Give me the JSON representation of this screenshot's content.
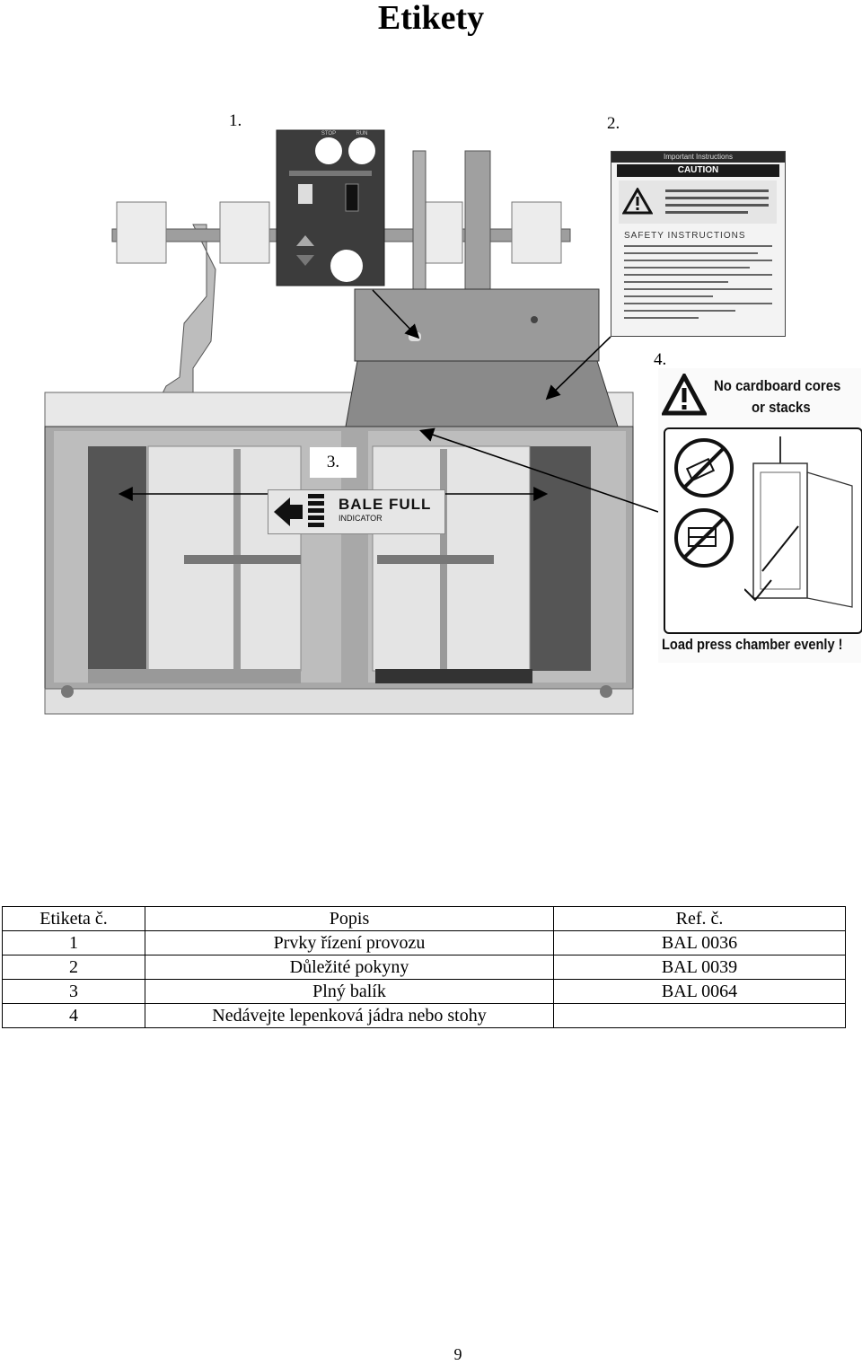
{
  "page": {
    "title": "Etikety",
    "page_number": "9"
  },
  "callouts": [
    "1.",
    "2.",
    "3.",
    "4."
  ],
  "stickers": {
    "caution": {
      "header": "Important Instructions",
      "banner": "CAUTION",
      "safety_heading": "SAFETY INSTRUCTIONS"
    },
    "bale_full": {
      "line1": "BALE FULL",
      "line2": "INDICATOR"
    },
    "no_cores": {
      "line1": "No cardboard cores",
      "line2": "or stacks",
      "footer": "Load press chamber evenly !"
    },
    "control_panel": {
      "lamp_left": "STOP",
      "lamp_right": "RUN"
    }
  },
  "table": {
    "headers": [
      "Etiketa č.",
      "Popis",
      "Ref. č."
    ],
    "rows": [
      [
        "1",
        "Prvky řízení provozu",
        "BAL 0036"
      ],
      [
        "2",
        "Důležité pokyny",
        "BAL 0039"
      ],
      [
        "3",
        "Plný balík",
        "BAL 0064"
      ],
      [
        "4",
        "Nedávejte lepenková jádra nebo stohy",
        ""
      ]
    ]
  }
}
